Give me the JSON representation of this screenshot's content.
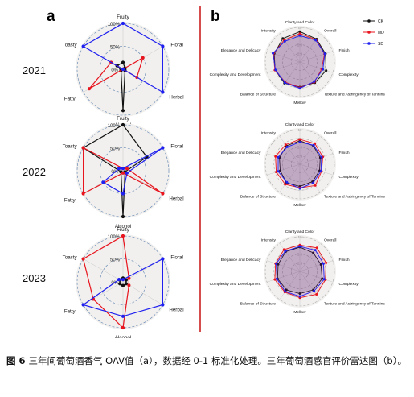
{
  "panels": {
    "a": {
      "letter": "a"
    },
    "b": {
      "letter": "b"
    }
  },
  "caption": {
    "label": "图 6",
    "text": "三年间葡萄酒香气 OAV值（a），数据经 0-1 标准化处理。三年葡萄酒感官评价雷达图（b）。"
  },
  "colors": {
    "CK": "#111111",
    "MD": "#e8141e",
    "SD": "#1f1ff0",
    "divider": "#cc2020"
  },
  "chart_data": [
    {
      "type": "radar",
      "panel": "a",
      "year": "2021",
      "axes": [
        "Fruity",
        "Floral",
        "Herbal",
        "Alcohol",
        "Fatty",
        "Toasty"
      ],
      "tick_labels": [
        "0%",
        "50%",
        "100%"
      ],
      "range": [
        0,
        1
      ],
      "series": [
        {
          "key": "CK",
          "values": [
            0.15,
            0.05,
            0.05,
            0.9,
            0.05,
            0.15
          ]
        },
        {
          "key": "MD",
          "values": [
            0.0,
            0.5,
            0.35,
            0.0,
            0.85,
            0.3
          ]
        },
        {
          "key": "SD",
          "values": [
            1.0,
            1.0,
            1.0,
            0.0,
            0.0,
            1.0
          ]
        }
      ]
    },
    {
      "type": "radar",
      "panel": "a",
      "year": "2022",
      "axes": [
        "Fruity",
        "Floral",
        "Herbal",
        "Alcohol",
        "Fatty",
        "Toasty"
      ],
      "tick_labels": [
        "0%",
        "50%",
        "100%"
      ],
      "range": [
        0,
        1
      ],
      "series": [
        {
          "key": "CK",
          "values": [
            1.0,
            0.6,
            0.05,
            1.0,
            0.05,
            1.0
          ]
        },
        {
          "key": "MD",
          "values": [
            0.05,
            0.1,
            1.0,
            0.05,
            1.0,
            1.0
          ]
        },
        {
          "key": "SD",
          "values": [
            0.05,
            1.0,
            0.1,
            0.5,
            0.5,
            0.1
          ]
        }
      ]
    },
    {
      "type": "radar",
      "panel": "a",
      "year": "2023",
      "axes": [
        "Fruity",
        "Floral",
        "Herbal",
        "Alcohol",
        "Fatty",
        "Toasty"
      ],
      "tick_labels": [
        "0%",
        "50%",
        "100%"
      ],
      "range": [
        0,
        1
      ],
      "series": [
        {
          "key": "CK",
          "values": [
            0.08,
            0.08,
            0.08,
            0.08,
            0.08,
            0.08
          ]
        },
        {
          "key": "MD",
          "values": [
            1.0,
            0.15,
            0.15,
            1.0,
            0.75,
            1.0
          ]
        },
        {
          "key": "SD",
          "values": [
            0.05,
            1.0,
            1.0,
            0.75,
            1.0,
            0.1
          ]
        }
      ]
    },
    {
      "type": "radar",
      "panel": "b",
      "index": 1,
      "axes": [
        "Clarity and Color",
        "Overall",
        "Finish",
        "Complexity",
        "Texture and Astringency of Tannins",
        "Mellow",
        "Balance of Structure",
        "Complexity and Development",
        "Elegance and Delicacy",
        "Intensity"
      ],
      "tick_labels": [
        "2.5",
        "5.0",
        "7.5",
        "10"
      ],
      "range": [
        0,
        10
      ],
      "legend": [
        "CK",
        "MD",
        "SD"
      ],
      "series": [
        {
          "key": "CK",
          "values": [
            8.8,
            8.2,
            7.8,
            8.0,
            7.4,
            7.2,
            7.6,
            7.5,
            7.8,
            8.4
          ]
        },
        {
          "key": "MD",
          "values": [
            8.2,
            8.0,
            7.5,
            6.6,
            7.2,
            7.4,
            7.2,
            7.6,
            8.0,
            7.8
          ]
        },
        {
          "key": "SD",
          "values": [
            7.6,
            7.8,
            7.6,
            7.0,
            7.0,
            7.6,
            7.4,
            7.4,
            8.2,
            7.4
          ]
        }
      ]
    },
    {
      "type": "radar",
      "panel": "b",
      "index": 2,
      "axes": [
        "Clarity and Color",
        "Overall",
        "Finish",
        "Complexity",
        "Texture and Astringency of Tannins",
        "Mellow",
        "Balance of Structure",
        "Complexity and Development",
        "Elegance and Delicacy",
        "Intensity"
      ],
      "tick_labels": [
        "2.5",
        "5.0",
        "7.5",
        "10"
      ],
      "range": [
        0,
        10
      ],
      "series": [
        {
          "key": "CK",
          "values": [
            6.8,
            6.6,
            6.2,
            6.0,
            6.2,
            6.4,
            6.6,
            6.0,
            6.2,
            6.6
          ]
        },
        {
          "key": "MD",
          "values": [
            7.2,
            7.4,
            7.0,
            6.6,
            7.6,
            6.8,
            7.2,
            7.2,
            7.4,
            7.0
          ]
        },
        {
          "key": "SD",
          "values": [
            6.4,
            6.8,
            6.6,
            6.4,
            6.6,
            7.0,
            6.4,
            6.6,
            6.6,
            6.2
          ]
        }
      ]
    },
    {
      "type": "radar",
      "panel": "b",
      "index": 3,
      "axes": [
        "Clarity and Color",
        "Overall",
        "Finish",
        "Complexity",
        "Texture and Astringency of Tannins",
        "Mellow",
        "Balance of Structure",
        "Complexity and Development",
        "Elegance and Delicacy",
        "Intensity"
      ],
      "tick_labels": [
        "2.5",
        "5.0",
        "7.5",
        "10"
      ],
      "range": [
        0,
        10
      ],
      "series": [
        {
          "key": "CK",
          "values": [
            7.0,
            6.6,
            6.4,
            6.8,
            6.6,
            6.4,
            6.6,
            6.8,
            6.6,
            7.0
          ]
        },
        {
          "key": "MD",
          "values": [
            7.6,
            8.4,
            8.0,
            7.8,
            8.2,
            7.6,
            7.4,
            7.6,
            7.4,
            7.8
          ]
        },
        {
          "key": "SD",
          "values": [
            7.2,
            7.6,
            7.2,
            7.4,
            7.0,
            7.2,
            7.2,
            7.0,
            7.2,
            7.2
          ]
        }
      ]
    }
  ]
}
